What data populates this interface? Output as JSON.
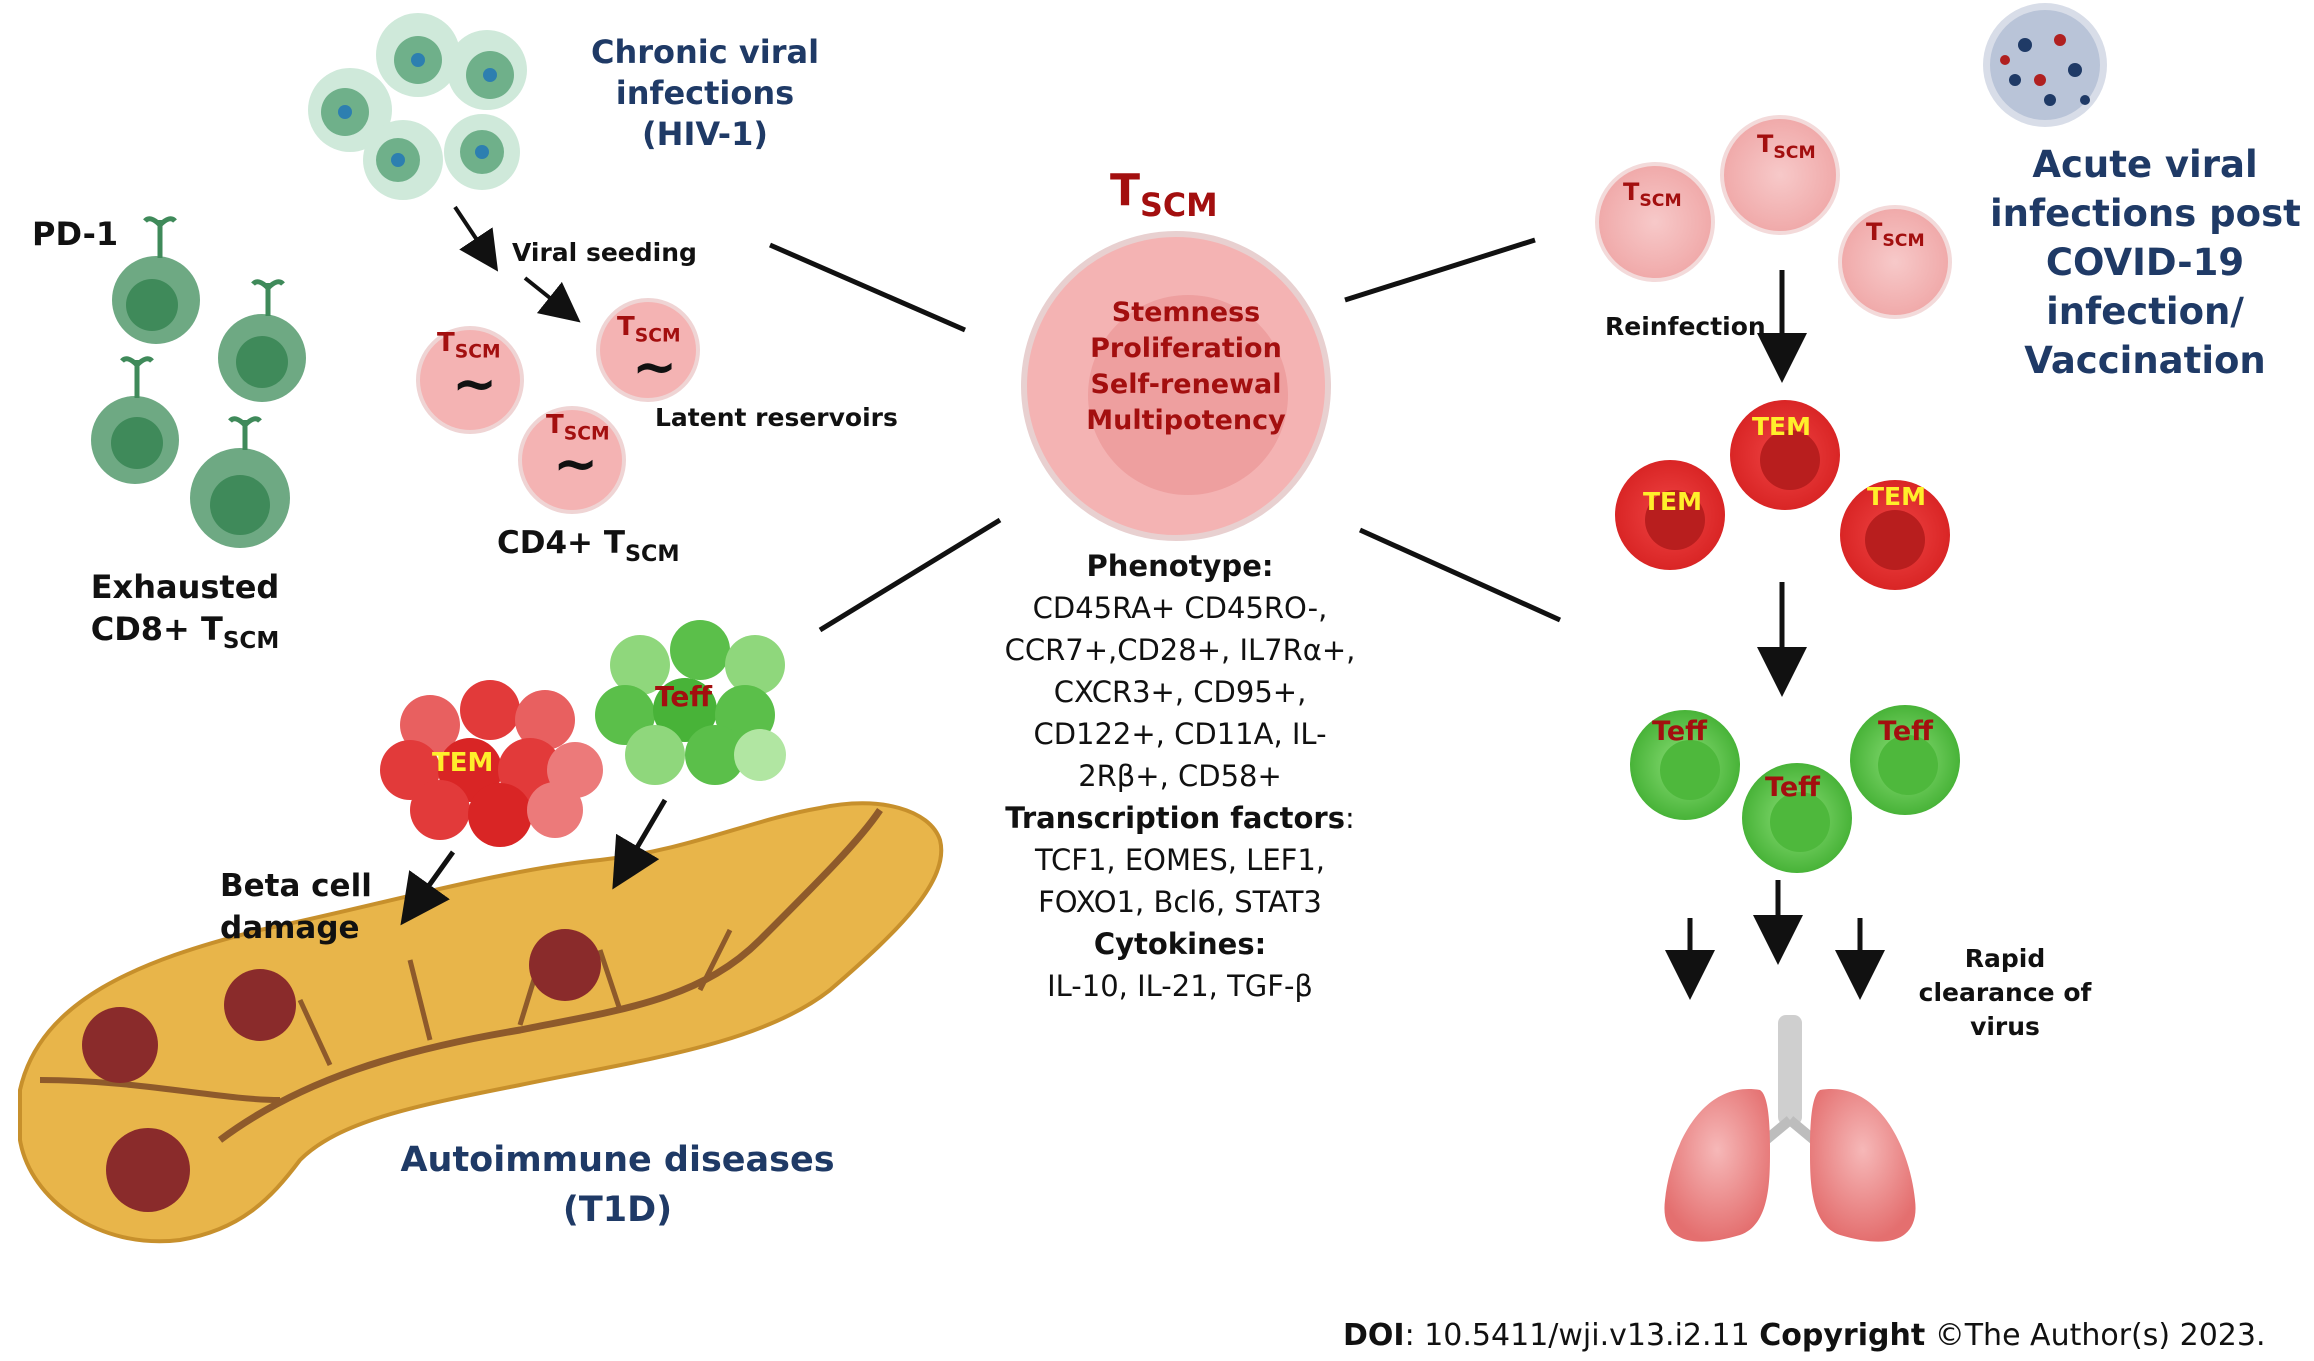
{
  "center": {
    "title_main": "T",
    "title_sub": "SCM",
    "properties": [
      "Stemness",
      "Proliferation",
      "Self-renewal",
      "Multipotency"
    ],
    "phenotype_heading": "Phenotype:",
    "phenotype_lines": [
      "CD45RA+ CD45RO-,",
      "CCR7+,CD28+, IL7Rα+,",
      "CXCR3+, CD95+,",
      "CD122+, CD11A, IL-",
      "2Rβ+, CD58+"
    ],
    "tf_heading": "Transcription factors",
    "tf_colon": ":",
    "tf_lines": [
      "TCF1, EOMES, LEF1,",
      "FOXO1, Bcl6, STAT3"
    ],
    "cytokines_heading": "Cytokines:",
    "cytokines_line": "IL-10, IL-21, TGF-β"
  },
  "top_left": {
    "chronic_title": [
      "Chronic viral",
      "infections",
      "(HIV-1)"
    ],
    "viral_seeding": "Viral seeding",
    "latent_reservoirs": "Latent reservoirs",
    "cd4_label_main": "CD4+ T",
    "cd4_label_sub": "SCM",
    "cell_label_main": "T",
    "cell_label_sub": "SCM",
    "tilde": "~"
  },
  "far_left": {
    "pd1": "PD-1",
    "exhausted_line1": "Exhausted",
    "exhausted_line2_main": "CD8+ T",
    "exhausted_line2_sub": "SCM"
  },
  "bottom_left": {
    "tem": "TEM",
    "teff": "Teff",
    "beta_cell": [
      "Beta cell",
      "damage"
    ],
    "autoimmune": [
      "Autoimmune diseases",
      "(T1D)"
    ]
  },
  "right": {
    "acute_title": [
      "Acute viral",
      "infections post",
      "COVID-19",
      "infection/",
      "Vaccination"
    ],
    "reinfection": "Reinfection",
    "tscm_main": "T",
    "tscm_sub": "SCM",
    "tem": "TEM",
    "teff": "Teff",
    "rapid_clearance": [
      "Rapid",
      "clearance of",
      "virus"
    ]
  },
  "footer": {
    "doi_label": "DOI",
    "doi_value": ": 10.5411/wji.v13.i2.11 ",
    "copyright_label": "Copyright",
    "copyright_value": " ©The Author(s) 2023."
  },
  "colors": {
    "navy": "#1f3a66",
    "dark_red": "#a30f0f",
    "tem_label": "#ffef2b",
    "teff_label": "#a30f0f",
    "pink_cell": "#f2b8b8",
    "green_cell": "#5bbf4a",
    "red_cell": "#e23a3a",
    "dark_green_cell": "#5e9a6f",
    "pancreas": "#e8b54a"
  }
}
